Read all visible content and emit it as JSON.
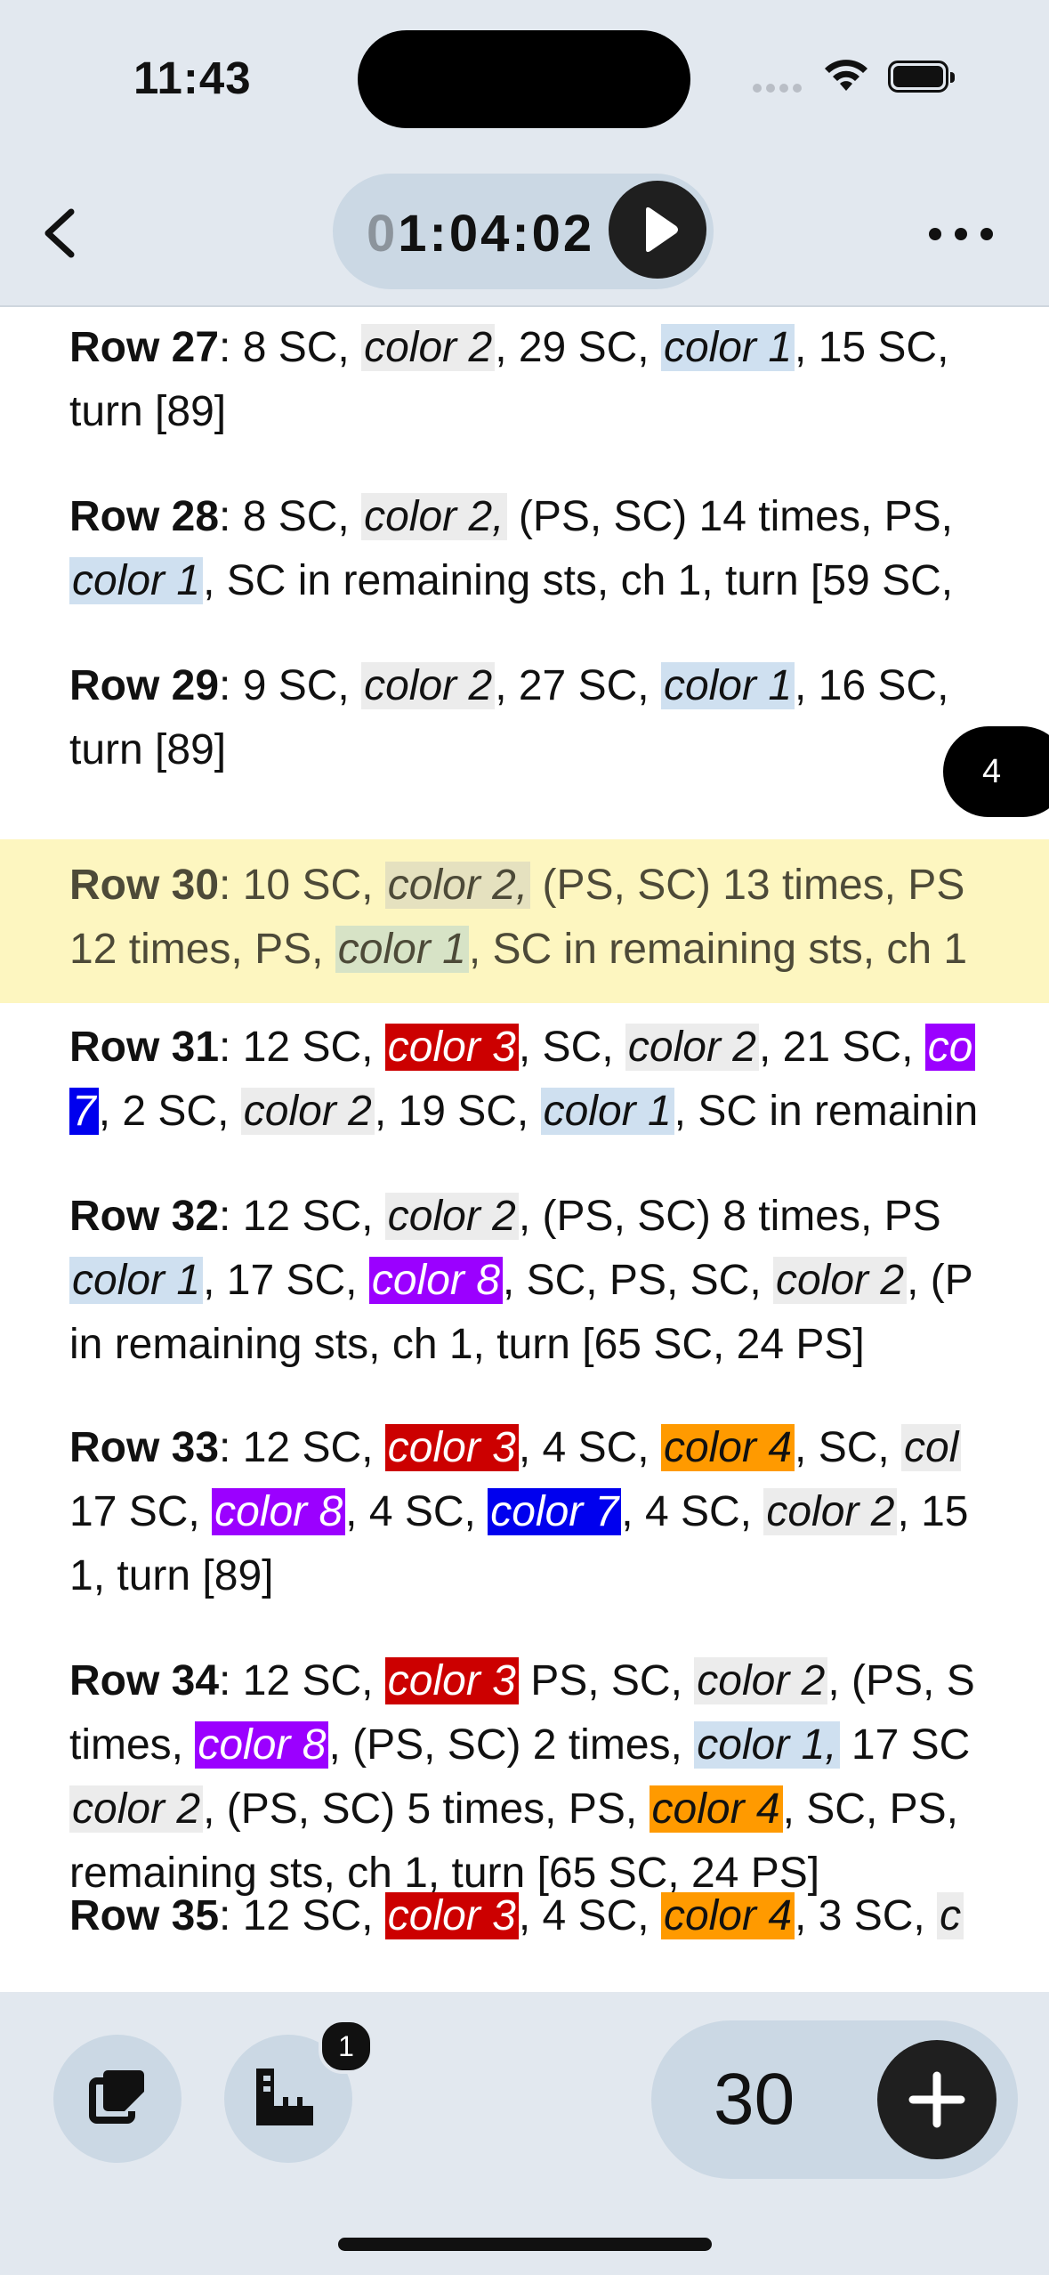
{
  "status_bar": {
    "time": "11:43"
  },
  "header": {
    "timer_prefix": "0",
    "timer_rest": "1:04:02"
  },
  "rows": [
    {
      "lines": [
        [
          [
            "b",
            "Row 27"
          ],
          [
            "t",
            ": 8 SC, "
          ],
          [
            "c2",
            "color 2"
          ],
          [
            "t",
            ", 29 SC, "
          ],
          [
            "c1",
            "color 1"
          ],
          [
            "t",
            ", 15 SC,"
          ]
        ],
        [
          [
            "t",
            "turn [89]"
          ]
        ]
      ]
    },
    {
      "lines": [
        [
          [
            "b",
            "Row 28"
          ],
          [
            "t",
            ": 8 SC, "
          ],
          [
            "c2",
            "color 2,"
          ],
          [
            "t",
            " (PS, SC) 14 times, PS,"
          ]
        ],
        [
          [
            "c1",
            "color 1"
          ],
          [
            "t",
            ", SC in remaining sts, ch 1, turn [59 SC,"
          ]
        ]
      ]
    },
    {
      "lines": [
        [
          [
            "b",
            "Row 29"
          ],
          [
            "t",
            ": 9 SC, "
          ],
          [
            "c2",
            "color 2"
          ],
          [
            "t",
            ", 27 SC, "
          ],
          [
            "c1",
            "color 1"
          ],
          [
            "t",
            ", 16 SC,"
          ]
        ],
        [
          [
            "t",
            "turn [89]"
          ]
        ]
      ]
    },
    {
      "active": true,
      "lines": [
        [
          [
            "b",
            "Row 30"
          ],
          [
            "t",
            ": 10 SC, "
          ],
          [
            "c2",
            "color 2,"
          ],
          [
            "t",
            " (PS, SC) 13 times, PS"
          ]
        ],
        [
          [
            "t",
            "12 times, PS, "
          ],
          [
            "c1",
            "color 1"
          ],
          [
            "t",
            ", SC in remaining sts, ch 1"
          ]
        ]
      ]
    },
    {
      "lines": [
        [
          [
            "b",
            "Row 31"
          ],
          [
            "t",
            ": 12 SC, "
          ],
          [
            "c3",
            "color 3"
          ],
          [
            "t",
            ", SC, "
          ],
          [
            "c2",
            "color 2"
          ],
          [
            "t",
            ", 21 SC, "
          ],
          [
            "c8",
            "co"
          ]
        ],
        [
          [
            "c7",
            "7"
          ],
          [
            "t",
            ", 2 SC, "
          ],
          [
            "c2",
            "color 2"
          ],
          [
            "t",
            ", 19 SC, "
          ],
          [
            "c1",
            "color 1"
          ],
          [
            "t",
            ", SC in remainin"
          ]
        ]
      ]
    },
    {
      "lines": [
        [
          [
            "b",
            "Row 32"
          ],
          [
            "t",
            ": 12 SC, "
          ],
          [
            "c2",
            "color 2"
          ],
          [
            "t",
            ", (PS, SC)  8 times, PS"
          ]
        ],
        [
          [
            "c1",
            "color 1"
          ],
          [
            "t",
            ", 17 SC, "
          ],
          [
            "c8",
            "color 8"
          ],
          [
            "t",
            ", SC, PS, SC, "
          ],
          [
            "c2",
            "color 2"
          ],
          [
            "t",
            ", (P"
          ]
        ],
        [
          [
            "t",
            "in remaining sts, ch 1, turn [65 SC, 24 PS]"
          ]
        ]
      ]
    },
    {
      "lines": [
        [
          [
            "b",
            "Row 33"
          ],
          [
            "t",
            ": 12 SC, "
          ],
          [
            "c3",
            "color 3"
          ],
          [
            "t",
            ", 4 SC, "
          ],
          [
            "c4",
            "color 4"
          ],
          [
            "t",
            ", SC, "
          ],
          [
            "c2",
            "col"
          ]
        ],
        [
          [
            "t",
            "17 SC, "
          ],
          [
            "c8",
            "color 8"
          ],
          [
            "t",
            ", 4 SC, "
          ],
          [
            "c7",
            "color 7"
          ],
          [
            "t",
            ", 4 SC, "
          ],
          [
            "c2",
            "color 2"
          ],
          [
            "t",
            ", 15"
          ]
        ],
        [
          [
            "t",
            "1, turn [89]"
          ]
        ]
      ]
    },
    {
      "lines": [
        [
          [
            "b",
            "Row 34"
          ],
          [
            "t",
            ": 12 SC, "
          ],
          [
            "c3",
            "color 3"
          ],
          [
            "t",
            " PS, SC, "
          ],
          [
            "c2",
            "color 2"
          ],
          [
            "t",
            ", (PS, S"
          ]
        ],
        [
          [
            "t",
            "times, "
          ],
          [
            "c8",
            "color 8"
          ],
          [
            "t",
            ", (PS, SC) 2 times, "
          ],
          [
            "c1",
            "color 1,"
          ],
          [
            "t",
            " 17 SC"
          ]
        ],
        [
          [
            "c2",
            "color 2"
          ],
          [
            "t",
            ", (PS, SC) 5 times, PS, "
          ],
          [
            "c4",
            "color 4"
          ],
          [
            "t",
            ", SC, PS,"
          ]
        ],
        [
          [
            "t",
            "remaining sts, ch 1, turn [65 SC, 24 PS]"
          ]
        ]
      ]
    },
    {
      "lines": [
        [
          [
            "b",
            "Row 35"
          ],
          [
            "t",
            ": 12 SC, "
          ],
          [
            "c3",
            "color 3"
          ],
          [
            "t",
            ", 4 SC, "
          ],
          [
            "c4",
            "color 4"
          ],
          [
            "t",
            ", 3 SC, "
          ],
          [
            "c2",
            "c"
          ]
        ]
      ]
    }
  ],
  "scroll_bubble": "4",
  "bottom": {
    "badge_count": "1",
    "row_counter": "30"
  },
  "icons": {
    "back": "chevron-left-icon",
    "play": "play-icon",
    "more": "more-horizontal-icon",
    "copy": "copy-icon",
    "ruler": "ruler-icon",
    "plus": "plus-icon"
  },
  "colors": {
    "color_1": "#cfe0f0",
    "color_2": "#ececec",
    "color_3": "#cc0000",
    "color_4": "#ff9a00",
    "color_7": "#0000ee",
    "color_8": "#9b00ff",
    "active_row": "#fdf6c0"
  }
}
